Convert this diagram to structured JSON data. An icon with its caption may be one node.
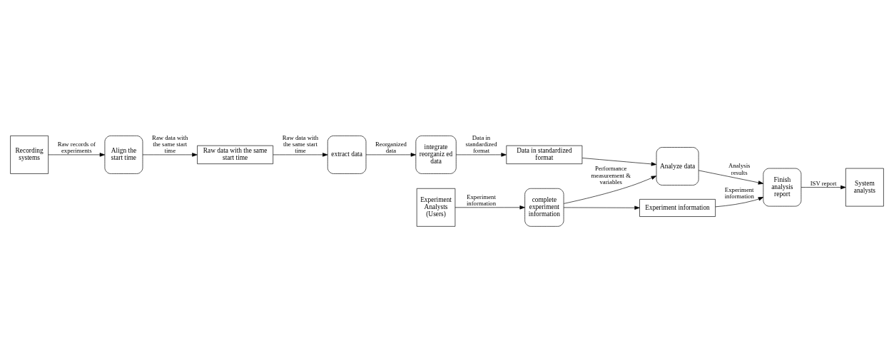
{
  "diagram": {
    "nodes": [
      {
        "text": [
          "Recording systems"
        ]
      },
      {
        "text": [
          "Align the start time"
        ]
      },
      {
        "text": [
          "Raw data with the same start time"
        ]
      },
      {
        "text": [
          "extract data"
        ]
      },
      {
        "text": [
          "integrate reorganiz ed data"
        ]
      },
      {
        "text": [
          "Data in standardized format"
        ]
      },
      {
        "text": [
          "Analyze data"
        ]
      },
      {
        "text": [
          "Finish analysis report"
        ]
      },
      {
        "text": [
          "System analysts"
        ]
      },
      {
        "text": [
          "Experiment Analysts (Users)"
        ]
      },
      {
        "text": [
          "complete experiment information"
        ]
      },
      {
        "text": [
          "Experiment information"
        ]
      }
    ],
    "edges": [
      {
        "from": 0,
        "to": 1,
        "arrow": "to",
        "label": "Raw records of experiments"
      },
      {
        "from": 1,
        "to": 2,
        "arrow": "to",
        "label": "Raw data with the same start time"
      },
      {
        "from": 2,
        "to": 3,
        "arrow": "to",
        "label": "Raw data with the same start time"
      },
      {
        "from": 3,
        "to": 4,
        "arrow": "to",
        "label": "Reorganized data"
      },
      {
        "from": 4,
        "to": 5,
        "arrow": "to",
        "label": "Data in standardized format"
      },
      {
        "from": 5,
        "to": 6,
        "arrow": "to"
      },
      {
        "from": 6,
        "to": 7,
        "arrow": "to",
        "label": "Analysis results"
      },
      {
        "from": 7,
        "to": 8,
        "arrow": "to",
        "label": "ISV report"
      },
      {
        "from": 9,
        "to": 10,
        "arrow": "to",
        "label": "Experiment information"
      },
      {
        "from": 10,
        "to": 6,
        "arrow": "to",
        "label": "Performance measurement & variables"
      },
      {
        "from": 10,
        "to": 11,
        "arrow": "to"
      },
      {
        "from": 11,
        "to": 7,
        "arrow": "to",
        "label": "Experiment information"
      }
    ]
  }
}
